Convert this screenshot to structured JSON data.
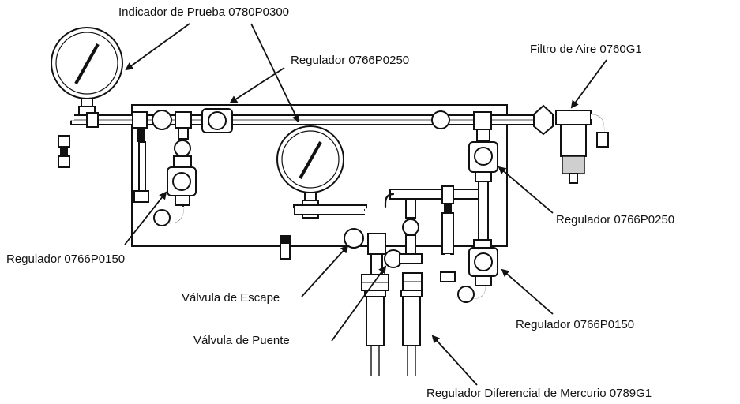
{
  "labels": {
    "test_gauge": "Indicador de Prueba 0780P0300",
    "regulator_top": "Regulador 0766P0250",
    "air_filter": "Filtro de Aire 0760G1",
    "regulator_right": "Regulador 0766P0250",
    "regulator_left": "Regulador 0766P0150",
    "exhaust_valve": "Válvula de Escape",
    "bridge_valve": "Válvula de Puente",
    "regulator_bottom_right": "Regulador 0766P0150",
    "mercury_regulator": "Regulador Diferencial de Mercurio 0789G1"
  }
}
